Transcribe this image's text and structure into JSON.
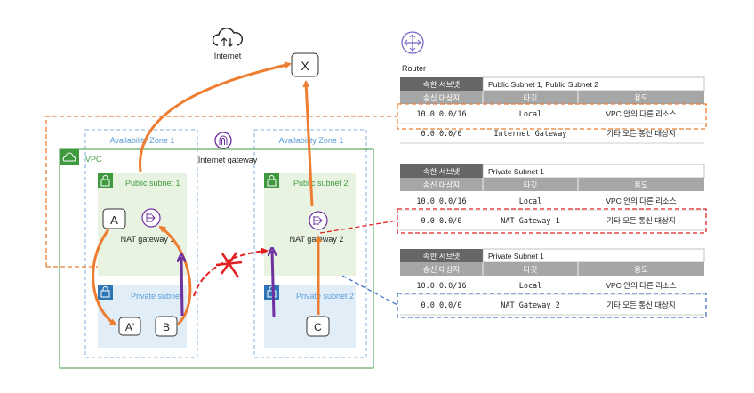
{
  "internet": {
    "label": "Internet",
    "icon": "cloud-upload-download-icon"
  },
  "router": {
    "label": "Router",
    "icon": "router-icon"
  },
  "destination": {
    "label": "X"
  },
  "vpc": {
    "label": "VPC",
    "icon": "vpc-cloud-lock-icon"
  },
  "internet_gateway": {
    "label": "Internet gateway",
    "icon": "internet-gateway-icon"
  },
  "zones": [
    {
      "label": "Availability Zone 1"
    },
    {
      "label": "Availability Zone 1"
    }
  ],
  "subnets": {
    "public1": "Public subnet 1",
    "public2": "Public subnet 2",
    "private1": "Private subnet",
    "private2": "Private subnet 2"
  },
  "nat_gateways": {
    "nat1": "NAT gateway 1",
    "nat2": "NAT gateway 2"
  },
  "nodes": {
    "a": "A",
    "a_prime": "A'",
    "b": "B",
    "c": "C"
  },
  "route_tables": [
    {
      "subnet_header": "속한 서브넷",
      "subnet_value": "Public Subnet 1, Public Subnet 2",
      "columns": [
        "송신 대상지",
        "타깃",
        "용도"
      ],
      "rows": [
        [
          "10.0.0.0/16",
          "Local",
          "VPC 안의 다른 리소스"
        ],
        [
          "0.0.0.0/0",
          "Internet Gateway",
          "기타 모든 통신 대상지"
        ]
      ]
    },
    {
      "subnet_header": "속한 서브넷",
      "subnet_value": "Private Subnet 1",
      "columns": [
        "송신 대상지",
        "타깃",
        "용도"
      ],
      "rows": [
        [
          "10.0.0.0/16",
          "Local",
          "VPC 안의 다른 리소스"
        ],
        [
          "0.0.0.0/0",
          "NAT Gateway 1",
          "기타 모든 통신 대상지"
        ]
      ]
    },
    {
      "subnet_header": "속한 서브넷",
      "subnet_value": "Private Subnet 1",
      "columns": [
        "송신 대상지",
        "타깃",
        "용도"
      ],
      "rows": [
        [
          "10.0.0.0/16",
          "Local",
          "VPC 안의 다른 리소스"
        ],
        [
          "0.0.0.0/0",
          "NAT Gateway 2",
          "기타 모든 통신 대상지"
        ]
      ]
    }
  ],
  "colors": {
    "orange": "#ed7d31",
    "purple": "#7030a0",
    "red": "#e02020",
    "blue": "#4472c4",
    "vpc_green": "#3f9a3f",
    "public_fill": "#e9f3e2",
    "private_fill": "#e1eef8",
    "table_dark": "#666666",
    "table_mid": "#a6a6a6"
  }
}
